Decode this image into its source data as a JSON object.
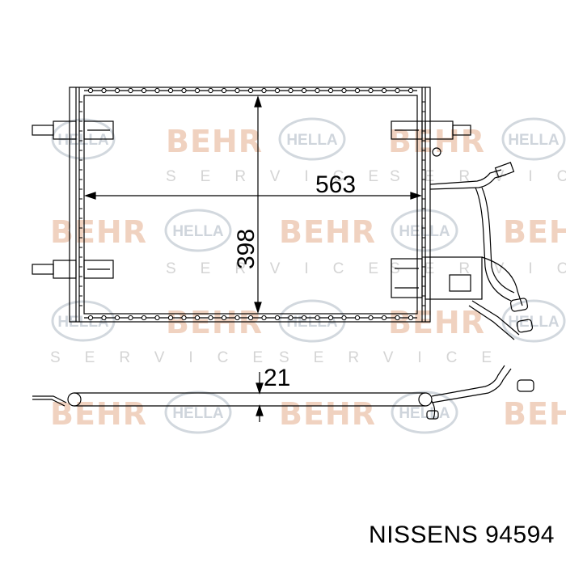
{
  "watermark": {
    "brand_a": "BEHR",
    "brand_b": "HELLA",
    "service": "SERVICE"
  },
  "dimensions": {
    "width": "563",
    "height": "398",
    "depth": "21"
  },
  "caption": "NISSENS 94594"
}
